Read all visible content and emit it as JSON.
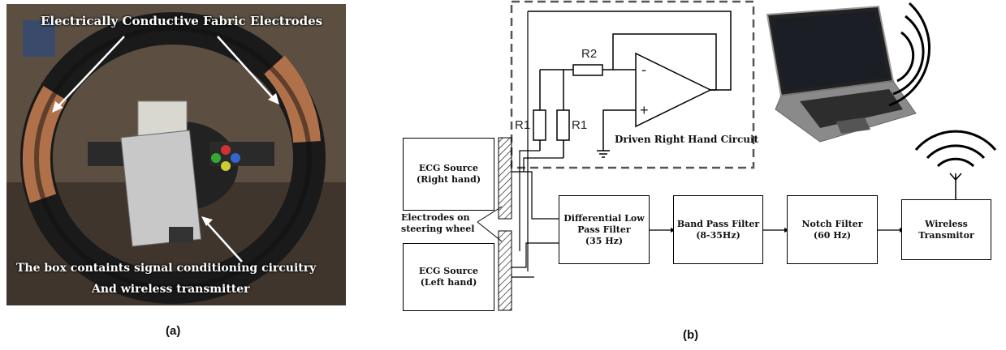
{
  "panel_a": {
    "label": "(a)",
    "caption_top": "Electrically Conductive Fabric Electrodes",
    "caption_bottom_line1": "The box containts signal conditioning circuitry",
    "caption_bottom_line2": "And wireless transmitter"
  },
  "panel_b": {
    "label": "(b)",
    "source_right": "ECG Source\n(Right hand)",
    "source_left": "ECG Source\n(Left hand)",
    "electrodes_label": "Electrodes on\nsteering wheel",
    "diff_filter": "Differential Low\nPass Filter\n(35 Hz)",
    "band_filter": "Band Pass Filter\n(8-35Hz)",
    "notch_filter": "Notch Filter\n(60 Hz)",
    "transmitter": "Wireless\nTransmitor",
    "drl_label": "Driven Right Hand Circuit",
    "r1_left": "R1",
    "r1_right": "R1",
    "r2": "R2",
    "minus": "-",
    "plus": "+"
  },
  "colors": {
    "line": "#000000",
    "dash": "#555555",
    "photo_bg": "#5a5044"
  }
}
